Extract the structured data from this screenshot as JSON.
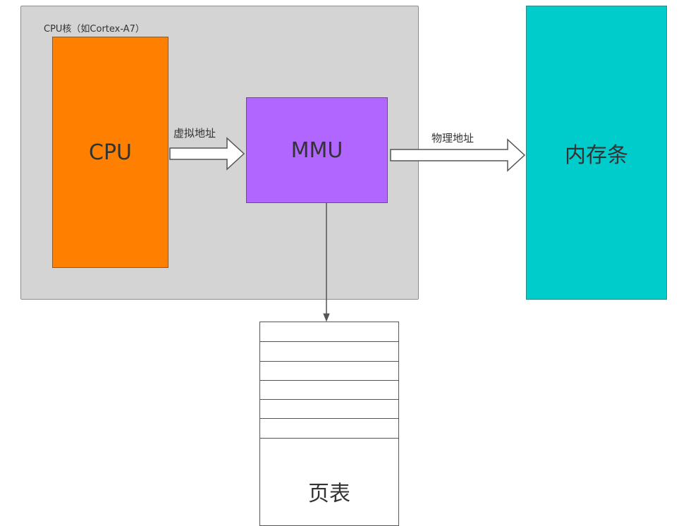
{
  "core": {
    "label": "CPU核（如Cortex-A7）"
  },
  "cpu": {
    "label": "CPU",
    "color": "#ff8000"
  },
  "mmu": {
    "label": "MMU",
    "color": "#b066ff"
  },
  "memory": {
    "label": "内存条",
    "color": "#00cccc"
  },
  "arrows": {
    "virtual_address": "虚拟地址",
    "physical_address": "物理地址"
  },
  "page_table": {
    "label": "页表",
    "entry_rows": 6
  }
}
